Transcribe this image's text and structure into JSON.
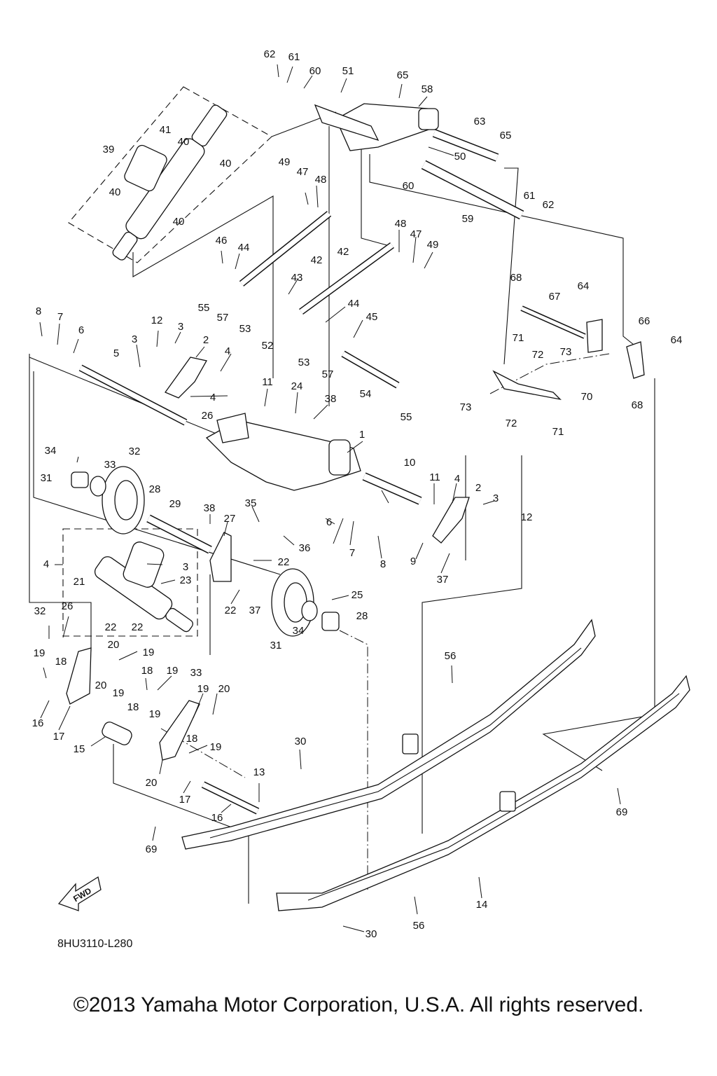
{
  "diagram_code": "8HU3110-L280",
  "fwd_label": "FWD",
  "copyright": "©2013 Yamaha Motor Corporation, U.S.A. All rights reserved.",
  "callouts": [
    "62",
    "61",
    "60",
    "51",
    "65",
    "58",
    "63",
    "65",
    "50",
    "60",
    "59",
    "61",
    "62",
    "39",
    "41",
    "40",
    "40",
    "40",
    "40",
    "49",
    "47",
    "48",
    "48",
    "47",
    "49",
    "46",
    "44",
    "42",
    "42",
    "43",
    "55",
    "57",
    "53",
    "52",
    "44",
    "45",
    "53",
    "57",
    "54",
    "55",
    "68",
    "67",
    "64",
    "66",
    "64",
    "71",
    "72",
    "73",
    "70",
    "73",
    "72",
    "71",
    "68",
    "8",
    "7",
    "6",
    "5",
    "12",
    "3",
    "3",
    "2",
    "4",
    "4",
    "11",
    "24",
    "38",
    "26",
    "1",
    "34",
    "32",
    "33",
    "31",
    "28",
    "29",
    "10",
    "11",
    "4",
    "2",
    "3",
    "12",
    "38",
    "35",
    "27",
    "36",
    "6",
    "7",
    "8",
    "9",
    "37",
    "4",
    "3",
    "21",
    "23",
    "22",
    "22",
    "22",
    "22",
    "37",
    "25",
    "28",
    "34",
    "31",
    "33",
    "32",
    "26",
    "20",
    "19",
    "19",
    "18",
    "18",
    "19",
    "20",
    "19",
    "19",
    "20",
    "18",
    "19",
    "16",
    "17",
    "18",
    "19",
    "15",
    "20",
    "17",
    "16",
    "13",
    "30",
    "56",
    "69",
    "69",
    "14",
    "56",
    "30",
    "14"
  ]
}
